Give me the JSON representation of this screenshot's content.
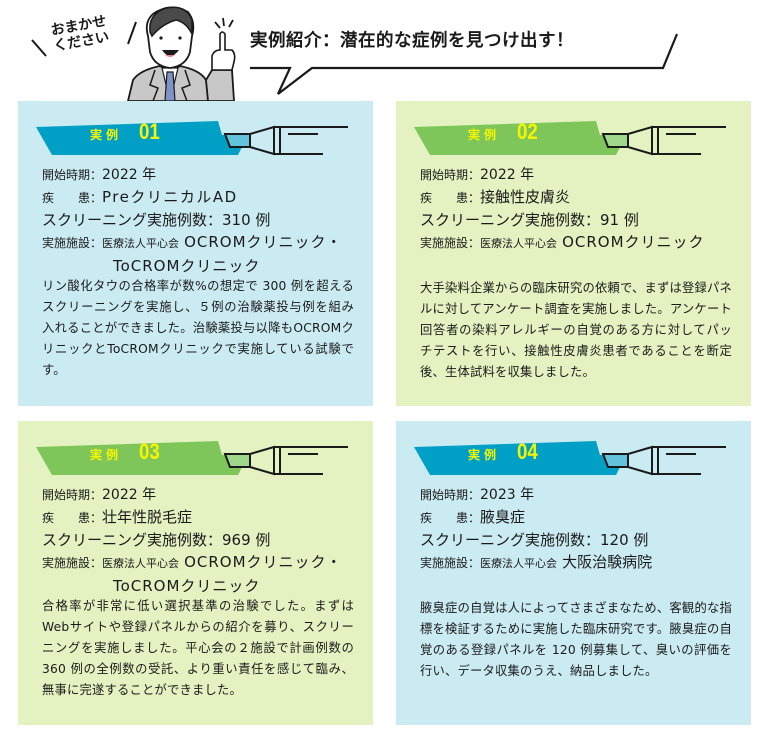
{
  "header": {
    "speech_line1": "おまかせ",
    "speech_line2": "ください",
    "headline": "実例紹介：潜在的な症例を見つけ出す！"
  },
  "labels": {
    "case": "実例",
    "start": "開始時期：",
    "disease": "疾　　患：",
    "screening": "スクリーニング実施例数：",
    "facility": "実施施設：",
    "org": "医療法人平心会"
  },
  "colors": {
    "blue_card_bg": "#cbebf3",
    "green_card_bg": "#e3f2c0",
    "blue_banner": "#00a0c6",
    "green_banner": "#7fc65a",
    "banner_text": "#f5f500"
  },
  "cases": [
    {
      "number": "01",
      "start": "2022 年",
      "disease": "PreクリニカルAD",
      "screening": "310 例",
      "facility_line1": "OCROMクリニック・",
      "facility_line2": "ToCROMクリニック",
      "description": "リン酸化タウの合格率が数%の想定で 300 例を超えるスクリーニングを実施し、５例の治験薬投与例を組み入れることができました。治験薬投与以降もOCROMクリニックとToCROMクリニックで実施している試験です。"
    },
    {
      "number": "02",
      "start": "2022 年",
      "disease": "接触性皮膚炎",
      "screening": "91 例",
      "facility_line1": "OCROMクリニック",
      "facility_line2": "",
      "description": "大手染料企業からの臨床研究の依頼で、まずは登録パネルに対してアンケート調査を実施しました。アンケート回答者の染料アレルギーの自覚のある方に対してパッチテストを行い、接触性皮膚炎患者であることを断定後、生体試料を収集しました。"
    },
    {
      "number": "03",
      "start": "2022 年",
      "disease": "壮年性脱毛症",
      "screening": "969 例",
      "facility_line1": "OCROMクリニック・",
      "facility_line2": "ToCROMクリニック",
      "description": "合格率が非常に低い選択基準の治験でした。まずはWebサイトや登録パネルからの紹介を募り、スクリーニングを実施しました。平心会の２施設で計画例数の 360 例の全例数の受託、より重い責任を感じて臨み、無事に完遂することができました。"
    },
    {
      "number": "04",
      "start": "2023 年",
      "disease": "腋臭症",
      "screening": "120 例",
      "facility_line1": "大阪治験病院",
      "facility_line2": "",
      "description": "腋臭症の自覚は人によってさまざまなため、客観的な指標を検証するために実施した臨床研究です。腋臭症の自覚のある登録パネルを 120 例募集して、臭いの評価を行い、データ収集のうえ、納品しました。"
    }
  ]
}
